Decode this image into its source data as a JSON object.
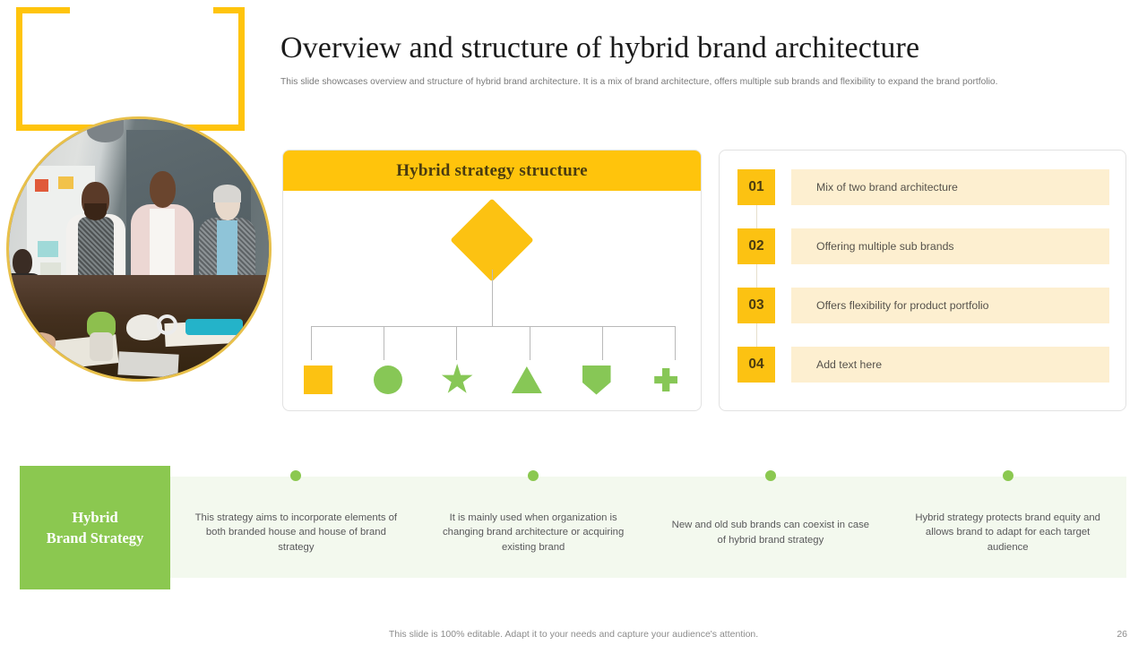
{
  "header": {
    "title": "Overview and structure of hybrid brand architecture",
    "subtitle": "This slide showcases overview and structure of hybrid brand architecture. It is a mix of brand architecture, offers multiple sub brands and flexibility to expand the brand portfolio."
  },
  "colors": {
    "accent_yellow": "#FCC212",
    "accent_green": "#8BC850",
    "shape_green": "#87C756",
    "pill_cream": "#FDEFD0",
    "band_light_green": "#F3F9EE",
    "frame_gold": "#FFC40C",
    "photo_ring": "#E8C04A"
  },
  "structure_card": {
    "title": "Hybrid strategy structure",
    "root_shape": "diamond",
    "child_shapes": [
      {
        "name": "square-shape",
        "color": "#FCC212"
      },
      {
        "name": "circle-shape",
        "color": "#87C756"
      },
      {
        "name": "star-shape",
        "color": "#87C756"
      },
      {
        "name": "triangle-shape",
        "color": "#87C756"
      },
      {
        "name": "pentagon-shape",
        "color": "#87C756"
      },
      {
        "name": "plus-shape",
        "color": "#87C756"
      }
    ]
  },
  "points_card": {
    "items": [
      {
        "number": "01",
        "text": "Mix of two brand architecture"
      },
      {
        "number": "02",
        "text": "Offering multiple sub brands"
      },
      {
        "number": "03",
        "text": "Offers flexibility for product portfolio"
      },
      {
        "number": "04",
        "text": "Add text here"
      }
    ]
  },
  "bottom": {
    "label_line1": "Hybrid",
    "label_line2": "Brand Strategy",
    "columns": [
      {
        "text": "This strategy aims to incorporate elements of both branded house and house of brand strategy"
      },
      {
        "text": "It is mainly used when organization is changing brand architecture or acquiring existing brand"
      },
      {
        "text": "New and old sub brands can coexist in case of hybrid brand strategy"
      },
      {
        "text": "Hybrid strategy protects brand equity and allows brand to adapt for each target audience"
      }
    ]
  },
  "footer": {
    "note": "This slide is 100% editable. Adapt it to your needs and capture your audience's attention.",
    "page_number": "26"
  }
}
